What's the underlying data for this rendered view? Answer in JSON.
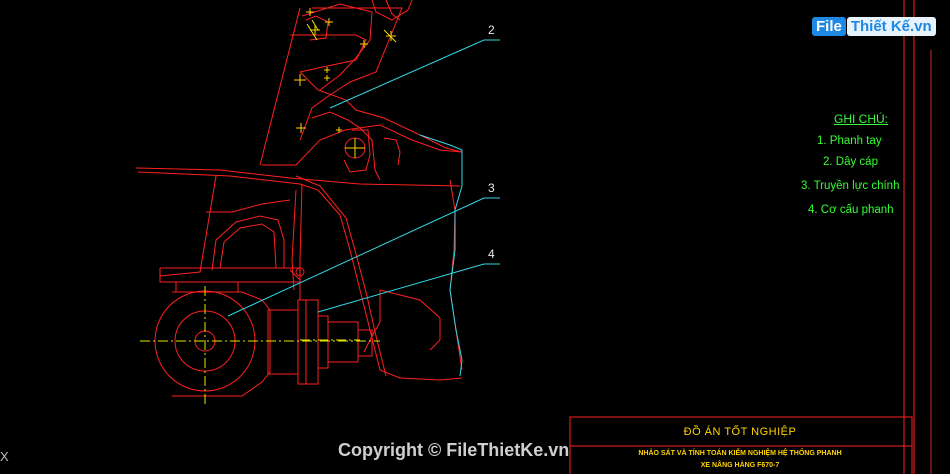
{
  "callouts": [
    "2",
    "3",
    "4"
  ],
  "notes": {
    "title": "GHI CHÚ:",
    "items": [
      "1.  Phanh tay",
      "2.  Dây cáp",
      "3.  Truyền lực chính",
      "4.  Cơ cấu phanh"
    ]
  },
  "title_block": {
    "title": "ĐỒ ÁN TỐT NGHIỆP",
    "line1": "NHẢO SÁT VÀ TÍNH TOÁN KIỂM NGHIỆM HỆ THỐNG PHANH",
    "line2": "XE NÂNG HÀNG F670-7"
  },
  "watermark": {
    "logo_part1": "File",
    "logo_part2": "Thiết Kế.vn",
    "copyright": "Copyright © FileThietKe.vn"
  },
  "ucs_marker": "X",
  "colors": {
    "background": "#000000",
    "geometry_red": "#ff2020",
    "leader_cyan": "#33d6e6",
    "notes_green": "#33ff33",
    "title_yellow": "#ffd400",
    "centerline_yellow": "#e6e600"
  }
}
